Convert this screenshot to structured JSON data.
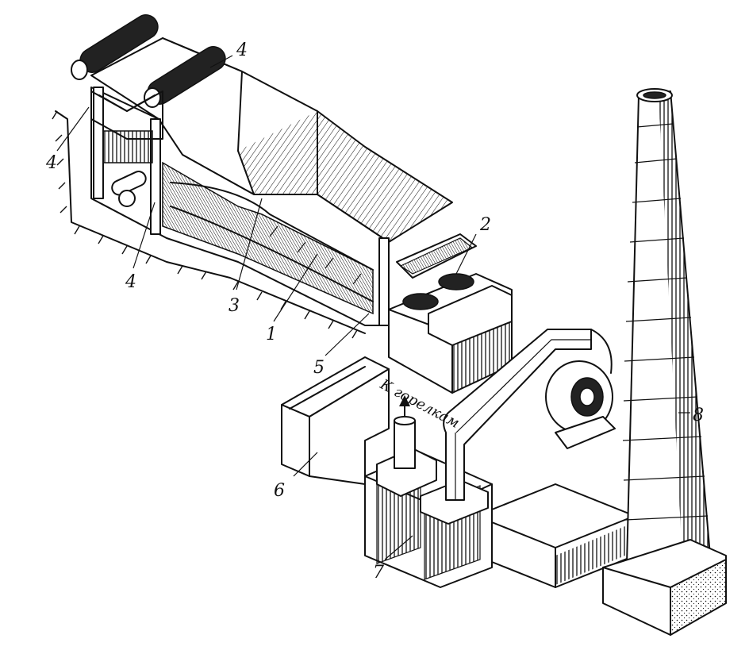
{
  "labels": {
    "l1": "1",
    "l2": "2",
    "l3": "3",
    "l4a": "4",
    "l4b": "4",
    "l4c": "4",
    "l5": "5",
    "l6": "6",
    "l7": "7",
    "l8": "8",
    "burners": "К горелкам"
  }
}
